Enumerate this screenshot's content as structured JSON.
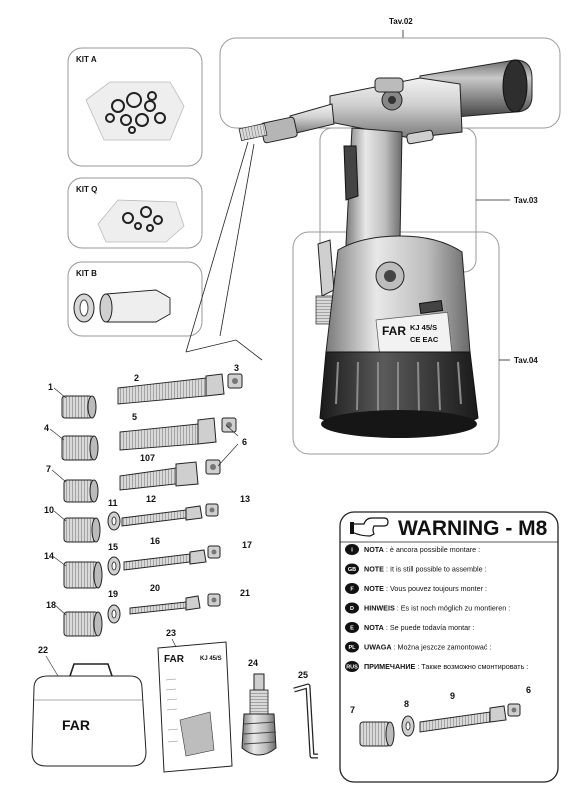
{
  "tables": {
    "tav02": "Tav.02",
    "tav03": "Tav.03",
    "tav04": "Tav.04"
  },
  "kits": {
    "kit_a": "KIT A",
    "kit_q": "KIT Q",
    "kit_b": "KIT B"
  },
  "part_numbers": {
    "p1": "1",
    "p2": "2",
    "p3": "3",
    "p4": "4",
    "p5": "5",
    "p6": "6",
    "p7": "7",
    "p107": "107",
    "p10": "10",
    "p11": "11",
    "p12": "12",
    "p13": "13",
    "p14": "14",
    "p15": "15",
    "p16": "16",
    "p17": "17",
    "p18": "18",
    "p19": "19",
    "p20": "20",
    "p21": "21",
    "p22": "22",
    "p23": "23",
    "p24": "24",
    "p25": "25"
  },
  "tool": {
    "brand": "FAR",
    "model": "KJ 45/S",
    "mark": "CE EAC"
  },
  "case_brand": "FAR",
  "manual": {
    "brand": "FAR",
    "model": "KJ 45/S"
  },
  "warning": {
    "title": "WARNING - M8",
    "icon": "pointing-hand-icon",
    "rows": [
      {
        "badge": "I",
        "label": "NOTA",
        "text": ": è ancora possibile montare :"
      },
      {
        "badge": "GB",
        "label": "NOTE",
        "text": ": It is still possible to assemble :"
      },
      {
        "badge": "F",
        "label": "NOTE",
        "text": ": Vous pouvez toujours monter :"
      },
      {
        "badge": "D",
        "label": "HINWEIS",
        "text": ": Es ist noch möglich zu montieren :"
      },
      {
        "badge": "E",
        "label": "NOTA",
        "text": ": Se puede todavía montar :"
      },
      {
        "badge": "PL",
        "label": "UWAGA",
        "text": ": Można jeszcze zamontować :"
      },
      {
        "badge": "RUS",
        "label": "ПРИМЕЧАНИЕ",
        "text": ": Также возможно смонтировать :"
      }
    ],
    "parts": {
      "p7": "7",
      "p8": "8",
      "p9": "9",
      "p6": "6"
    }
  },
  "colors": {
    "line": "#222222",
    "frame": "#999999",
    "metal_light": "#d6d6d6",
    "metal_mid": "#a8a8a8",
    "metal_dark": "#555555",
    "body_dark": "#2b2b2b"
  }
}
